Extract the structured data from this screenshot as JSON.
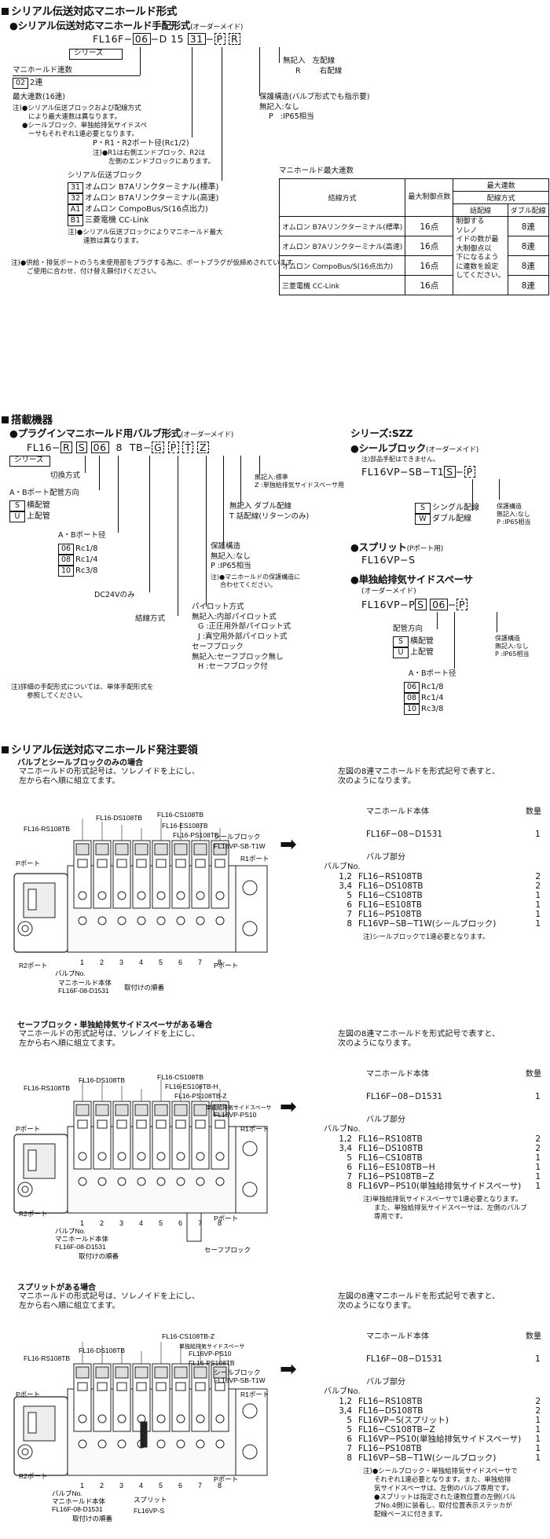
{
  "sec1": {
    "title": "シリアル伝送対応マニホールド形式",
    "subtitle": "シリアル伝送対応マニホールド手配形式",
    "order_made": "(オーダーメイド)",
    "code": {
      "prefix": "FL16F−",
      "c1": "06",
      "dash1": "−D",
      "c2": "15",
      "c3": "31",
      "dash2": "−",
      "c4": "P",
      "c5": "R"
    },
    "series_label": "シリーズ",
    "stations_label": "マニホールド連数",
    "stations_code": "02",
    "stations_text": "2連",
    "max_stations": "最大連数(16連)",
    "max_note": [
      "注)●シリアル伝送ブロックおよび配線方式",
      "により最大連数は異なります。",
      "●シールブロック、単独給排気サイドスペ",
      "ーサもそれぞれ1連必要となります。"
    ],
    "port_label": "P・R1・R2ポート径(Rc1/2)",
    "port_note": [
      "注)●R1は右側エンドブロック、R2は",
      "左側のエンドブロックにあります。"
    ],
    "serial_label": "シリアル伝送ブロック",
    "serial_opts": [
      {
        "code": "31",
        "text": "オムロン B7Aリンクターミナル(標準)"
      },
      {
        "code": "32",
        "text": "オムロン B7Aリンクターミナル(高速)"
      },
      {
        "code": "A1",
        "text": "オムロン CompoBus/S(16点出力)"
      },
      {
        "code": "B1",
        "text": "三菱電機 CC-Link"
      }
    ],
    "serial_note": [
      "注)●シリアル伝送ブロックによりマニホールド最大",
      "連数は異なります。"
    ],
    "wiring": [
      "無記入",
      "左配線",
      "R",
      "右配線"
    ],
    "protect": [
      "保護構造(バルブ形式でも指示要)",
      "無記入:なし",
      "P",
      ":IP65相当"
    ],
    "table_caption": "マニホールド最大連数",
    "table_headers": {
      "wiring": "結線方式",
      "max_ctrl": "最大制御点数",
      "max_st": "最大連数",
      "wiring_method": "配線方式",
      "single": "話配線",
      "double": "ダブル配線"
    },
    "table_rows": [
      {
        "name": "オムロン B7Aリンクターミナル(標準)",
        "pts": "16点",
        "dbl": "8連"
      },
      {
        "name": "オムロン B7Aリンクターミナル(高速)",
        "pts": "16点",
        "dbl": "8連"
      },
      {
        "name": "オムロン CompoBus/S(16点出力)",
        "pts": "16点",
        "dbl": "8連"
      },
      {
        "name": "三菱電機 CC-Link",
        "pts": "16点",
        "dbl": "8連"
      }
    ],
    "table_merged": [
      "制御する",
      "ソレノ",
      "イドの数が最",
      "大制御点以",
      "下になるよう",
      "に連数を設定",
      "してください。"
    ],
    "bottom_note": [
      "注)●供給・排気ポートのうち未使用部をプラグする為に、ポートプラグが仮締めされています。",
      "ご使用に合わせ、付け替え願付けください。"
    ]
  },
  "sec2": {
    "title": "搭載機器",
    "subtitle": "プラグインマニホールド用バルブ形式",
    "order_made": "(オーダーメイド)",
    "code": [
      "FL16",
      "−",
      "R",
      "S",
      "06",
      "8",
      "TB",
      "−",
      "G",
      "P",
      "T",
      "Z"
    ],
    "series_label": "シリーズ",
    "switch_label": "切換方式",
    "ab_dir": "A・Bポート配管方向",
    "ab_dir_opts": [
      {
        "code": "S",
        "text": "横配管"
      },
      {
        "code": "U",
        "text": "上配管"
      }
    ],
    "ab_size": "A・Bポート径",
    "ab_size_opts": [
      {
        "code": "06",
        "text": "Rc1/8"
      },
      {
        "code": "08",
        "text": "Rc1/4"
      },
      {
        "code": "10",
        "text": "Rc3/8"
      }
    ],
    "dc24": "DC24Vのみ",
    "wiring_method": "結線方式",
    "z_label": [
      "無記入:標準",
      "Z :単独給排気サイドスペーサ用"
    ],
    "t_label": [
      "無記入  ダブル配線",
      "T     話配線(リターンのみ)"
    ],
    "protect": [
      "保護構造",
      "無記入:なし",
      "P  :IP65相当"
    ],
    "protect_note": [
      "注)●マニホールドの保護構造に",
      "合わせてください。"
    ],
    "pilot": [
      "パイロット方式",
      "無記入:内部パイロット式",
      "G  :正圧用外部パイロット式",
      "J  :真空用外部パイロット式"
    ],
    "safety": [
      "セーフブロック",
      "無記入:セーフブロック無し",
      "H  :セーフブロック付"
    ],
    "note": [
      "注)詳細の手配形式については、単体手配形式を",
      "参照してください。"
    ],
    "szz_title": "シリーズ:SZZ",
    "seal_title": "シールブロック",
    "seal_om": "(オーダーメイド)",
    "seal_note": "注)部品手配はできません。",
    "seal_code": [
      "FL16VP−SB−T1",
      "S",
      "−",
      "P"
    ],
    "seal_opts": [
      {
        "code": "S",
        "text": "シングル配線"
      },
      {
        "code": "W",
        "text": "ダブル配線"
      }
    ],
    "seal_protect": [
      "保護構造",
      "無記入:なし",
      "P  :IP65相当"
    ],
    "split_title": "スプリット",
    "split_sub": "(Pポート用)",
    "split_code": "FL16VP−S",
    "spacer_title": "単独給排気サイドスペーサ",
    "spacer_om": "(オーダーメイド)",
    "spacer_code": [
      "FL16VP−P",
      "S",
      "06",
      "−",
      "P"
    ],
    "spacer_dir": "配管方向",
    "spacer_dir_opts": [
      {
        "code": "S",
        "text": "横配管"
      },
      {
        "code": "U",
        "text": "上配管"
      }
    ],
    "spacer_protect": [
      "保護構造",
      "無記入:なし",
      "P  :IP65相当"
    ],
    "spacer_ab": "A・Bポート径",
    "spacer_ab_opts": [
      {
        "code": "06",
        "text": "Rc1/8"
      },
      {
        "code": "08",
        "text": "Rc1/4"
      },
      {
        "code": "10",
        "text": "Rc3/8"
      }
    ]
  },
  "sec3": {
    "title": "シリアル伝送対応マニホールド発注要領",
    "common": {
      "intro": [
        "マニホールドの形式記号は、ソレノイドを上にし、",
        "左から右へ順に組立てます。"
      ],
      "right_intro": [
        "左図の8連マニホールドを形式記号で表すと、",
        "次のようになります。"
      ],
      "body_label": "マニホールド本体",
      "qty_label": "数量",
      "body_code": "FL16F−08−D1531",
      "body_qty": "1",
      "valve_label": "バルブ部分",
      "valve_no": "バルブNo."
    },
    "ex1": {
      "title": "バルブとシールブロックのみの場合",
      "labels": [
        "FL16-DS108TB",
        "FL16-RS108TB",
        "FL16-CS108TB",
        "FL16-ES108TB",
        "FL16-PS108TB",
        "シールブロック",
        "FL16VP-SB-T1W",
        "Pポート",
        "R1ポート",
        "R2ポート",
        "Pポート",
        "バルブNo.",
        "マニホールド本体",
        "FL16F-08-D1531",
        "取付けの順番",
        "1",
        "2",
        "3",
        "4",
        "5",
        "6",
        "7",
        "8"
      ],
      "list": [
        {
          "no": "1,2",
          "model": "FL16−RS108TB",
          "qty": "2"
        },
        {
          "no": "3,4",
          "model": "FL16−DS108TB",
          "qty": "2"
        },
        {
          "no": "5",
          "model": "FL16−CS108TB",
          "qty": "1"
        },
        {
          "no": "6",
          "model": "FL16−ES108TB",
          "qty": "1"
        },
        {
          "no": "7",
          "model": "FL16−PS108TB",
          "qty": "1"
        },
        {
          "no": "8",
          "model": "FL16VP−SB−T1W(シールブロック)",
          "qty": "1"
        }
      ],
      "note": [
        "注)シールブロックで1連必要となります。"
      ]
    },
    "ex2": {
      "title": "セーフブロック・単独給排気サイドスペーサがある場合",
      "labels": [
        "FL16-DS108TB",
        "FL16-RS108TB",
        "FL16-CS108TB",
        "FL16-ES108TB-H",
        "FL16-PS108TB-Z",
        "単独給排気サイドスペーサ",
        "FL16VP-PS10",
        "Pポート",
        "R1ポート",
        "R2ポート",
        "Pポート",
        "バルブNo.",
        "マニホールド本体",
        "FL16F-08-D1531",
        "取付けの順番",
        "セーフブロック",
        "1",
        "2",
        "3",
        "4",
        "5",
        "7",
        "8",
        "6"
      ],
      "list": [
        {
          "no": "1,2",
          "model": "FL16−RS108TB",
          "qty": "2"
        },
        {
          "no": "3,4",
          "model": "FL16−DS108TB",
          "qty": "2"
        },
        {
          "no": "5",
          "model": "FL16−CS108TB",
          "qty": "1"
        },
        {
          "no": "6",
          "model": "FL16−ES108TB−H",
          "qty": "1"
        },
        {
          "no": "7",
          "model": "FL16−PS108TB−Z",
          "qty": "1"
        },
        {
          "no": "8",
          "model": "FL16VP−PS10(単独給排気サイドスペーサ)",
          "qty": "1"
        }
      ],
      "note": [
        "注)単独給排気サイドスペーサで1連必要となります。",
        "また、単独給排気サイドスペーサは、左側のバルブ",
        "専用です。"
      ]
    },
    "ex3": {
      "title": "スプリットがある場合",
      "labels": [
        "FL16-DS108TB",
        "FL16-RS108TB",
        "FL16-CS108TB-Z",
        "単独給排気サイドスペーサ",
        "FL16VP-PS10",
        "FL16-PS108TB",
        "シールブロック",
        "FL16VP-SB-T1W",
        "Pポート",
        "R1ポート",
        "R2ポート",
        "Pポート",
        "バルブNo.",
        "マニホールド本体",
        "FL16F-08-D1531",
        "取付けの順番",
        "スプリット",
        "FL16VP-S",
        "1",
        "2",
        "3",
        "4",
        "5",
        "6",
        "7",
        "8"
      ],
      "list": [
        {
          "no": "1,2",
          "model": "FL16−RS108TB",
          "qty": "2"
        },
        {
          "no": "3,4",
          "model": "FL16−DS108TB",
          "qty": "2"
        },
        {
          "no": "5",
          "model": "FL16VP−S(スプリット)",
          "qty": "1"
        },
        {
          "no": "5",
          "model": "FL16−CS108TB−Z",
          "qty": "1"
        },
        {
          "no": "6",
          "model": "FL16VP−PS10(単独給排気サイドスペーサ)",
          "qty": "1"
        },
        {
          "no": "7",
          "model": "FL16−PS108TB",
          "qty": "1"
        },
        {
          "no": "8",
          "model": "FL16VP−SB−T1W(シールブロック)",
          "qty": "1"
        }
      ],
      "note": [
        "注)●シールブロック・単独給排気サイドスペーサで",
        "それぞれ1連必要となります。また、単独給排",
        "気サイドスペーサは、左側のバルブ専用です。",
        "●スプリットは指定された連数位置の左側(バル",
        "ブNo.4側)に装着し、取付位置表示ステッカが",
        "配線ベースに付きます。"
      ]
    }
  }
}
